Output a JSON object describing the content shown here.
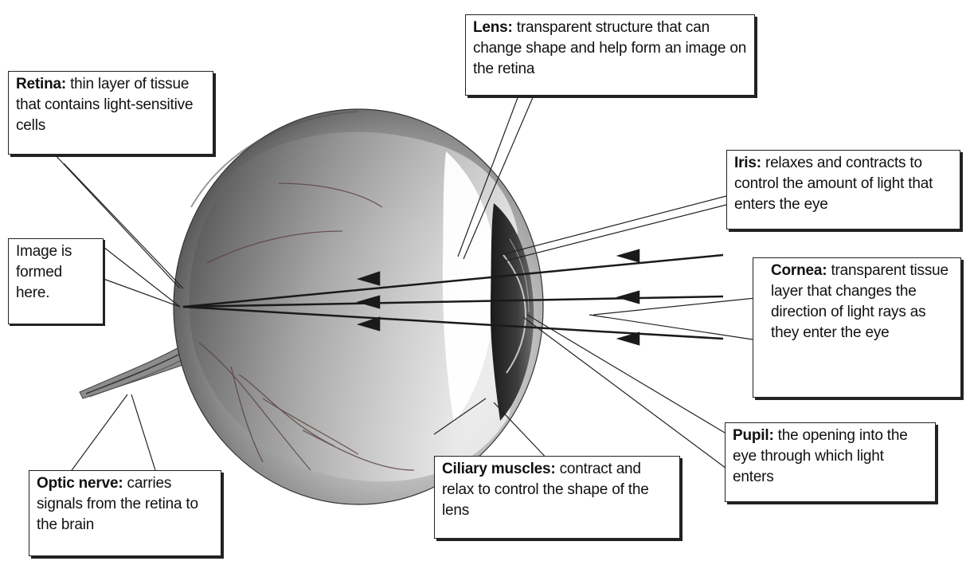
{
  "labels": {
    "lens": {
      "term": "Lens:",
      "desc": " transparent structure that can change shape and help form an image on the retina"
    },
    "retina": {
      "term": "Retina:",
      "desc": " thin layer of tissue that contains light-sensitive cells"
    },
    "iris": {
      "term": "Iris:",
      "desc": " relaxes and contracts to control the amount of light that enters the eye"
    },
    "image": {
      "text": "Image is formed here."
    },
    "cornea": {
      "term": "Cornea:",
      "desc": " transparent tissue layer that changes the direction of light rays as they enter the eye"
    },
    "pupil": {
      "term": "Pupil:",
      "desc": " the opening into the eye through which light enters"
    },
    "ciliary": {
      "term": "Ciliary muscles:",
      "desc": " contract and relax to control the shape of the lens"
    },
    "optic": {
      "term": "Optic nerve:",
      "desc": " carries signals from the retina to the brain"
    }
  },
  "colors": {
    "ink": "#222222",
    "eye_dark": "#3a3a3a",
    "eye_light": "#f2f2f2",
    "vessel": "#6a4a4a"
  }
}
